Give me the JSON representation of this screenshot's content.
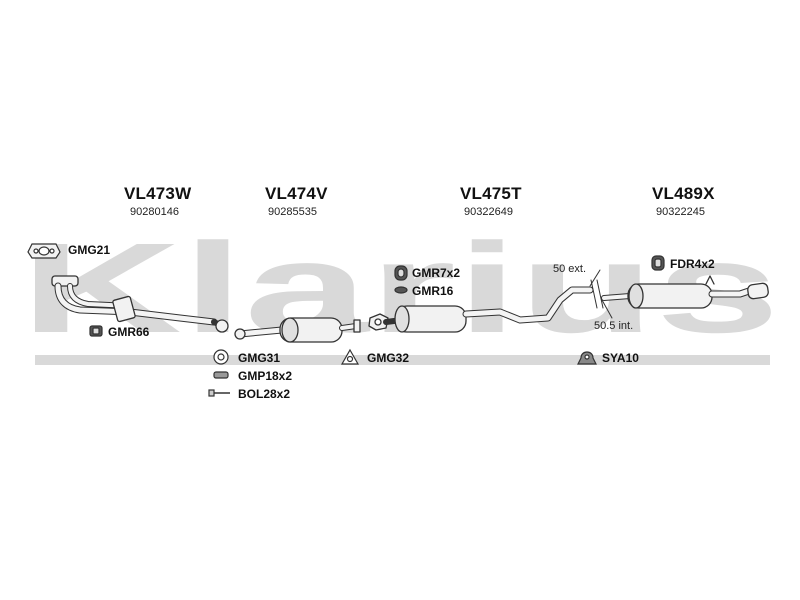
{
  "watermark": "Klarius",
  "assemblies": [
    {
      "code": "VL473W",
      "number": "90280146"
    },
    {
      "code": "VL474V",
      "number": "90285535"
    },
    {
      "code": "VL475T",
      "number": "90322649"
    },
    {
      "code": "VL489X",
      "number": "90322245"
    }
  ],
  "parts": {
    "gmg21": "GMG21",
    "gmr66": "GMR66",
    "gmg31": "GMG31",
    "gmp18": "GMP18x2",
    "bol28": "BOL28x2",
    "gmg32": "GMG32",
    "gmr7": "GMR7x2",
    "gmr16": "GMR16",
    "fdr4": "FDR4x2",
    "sya10": "SYA10"
  },
  "dimensions": {
    "ext": "50 ext.",
    "int": "50.5 int."
  },
  "colors": {
    "watermark": "#d9d9d9",
    "stroke": "#333333",
    "fill": "#f2f2f2",
    "shade": "#bdbdbd"
  }
}
